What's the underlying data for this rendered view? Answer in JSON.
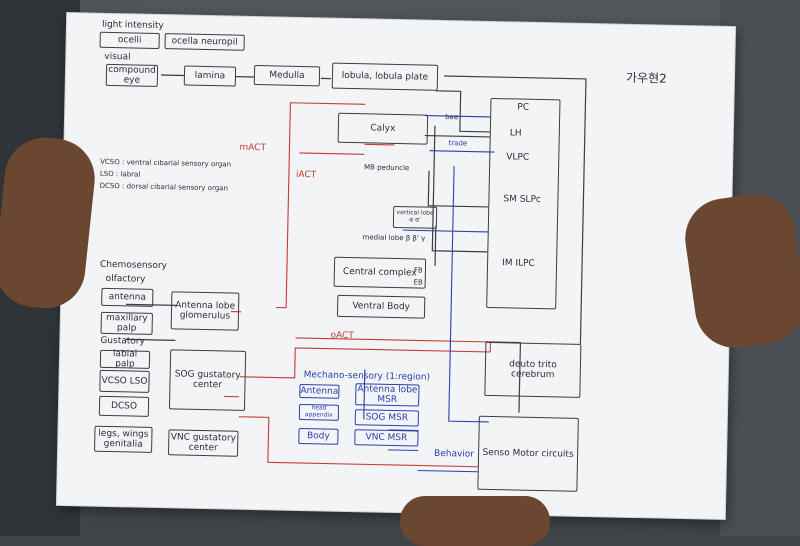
{
  "figure": {
    "header_sense": "light intensity",
    "ocelli": "ocelli",
    "ocelli_neuropil": "ocella neuropil",
    "visual": "visual",
    "compound_eye": "compound eye",
    "lamina": "lamina",
    "medulla": "Medulla",
    "lobula": "lobula, lobula plate",
    "korean_note": "가우현2",
    "pc": "PC",
    "lh": "LH",
    "vlpc": "VLPC",
    "smpc": "SM SLPc",
    "im": "IM ILPC",
    "calyx": "Calyx",
    "mb_peduncle": "MB peduncle",
    "vertical_lobe": "vertical lobe α α'",
    "medial_lobe": "medial lobe β β' γ",
    "central_complex": "Central complex",
    "fb": "FB",
    "eb": "EB",
    "ventral_body": "Ventral Body",
    "mact": "mACT",
    "iact": "iACT",
    "oact": "oACT",
    "vcso": "VCSO : ventral cibarial sensory organ",
    "lso": "LSO : labral",
    "dcso": "DCSO : dorsal cibarial sensory organ",
    "chemosensory": "Chemosensory",
    "olfactory": "olfactory",
    "antenna": "antenna",
    "maxillary": "maxillary palp",
    "antenna_lobe": "Antenna lobe glomerulus",
    "gustatory": "Gustatory",
    "labial": "labial palp",
    "vcso_lso": "VCSO LSO",
    "dcso_short": "DCSO",
    "sog": "SOG gustatory center",
    "legs": "legs, wings genitalia",
    "vnc": "VNC gustatory center",
    "mechano": "Mechano-sensory (1:region)",
    "mech_antenna": "Antenna",
    "antenna_lobe_msr": "Antenna lobe MSR",
    "head_appendix": "head appendix",
    "sog_msr": "SOG MSR",
    "body": "Body",
    "vnc_msr": "VNC MSR",
    "deuto": "deuto trito cerebrum",
    "sensory_motor": "Senso Motor circuits",
    "behavior": "Behavior",
    "side_notes": [
      "bee",
      "trade"
    ]
  }
}
